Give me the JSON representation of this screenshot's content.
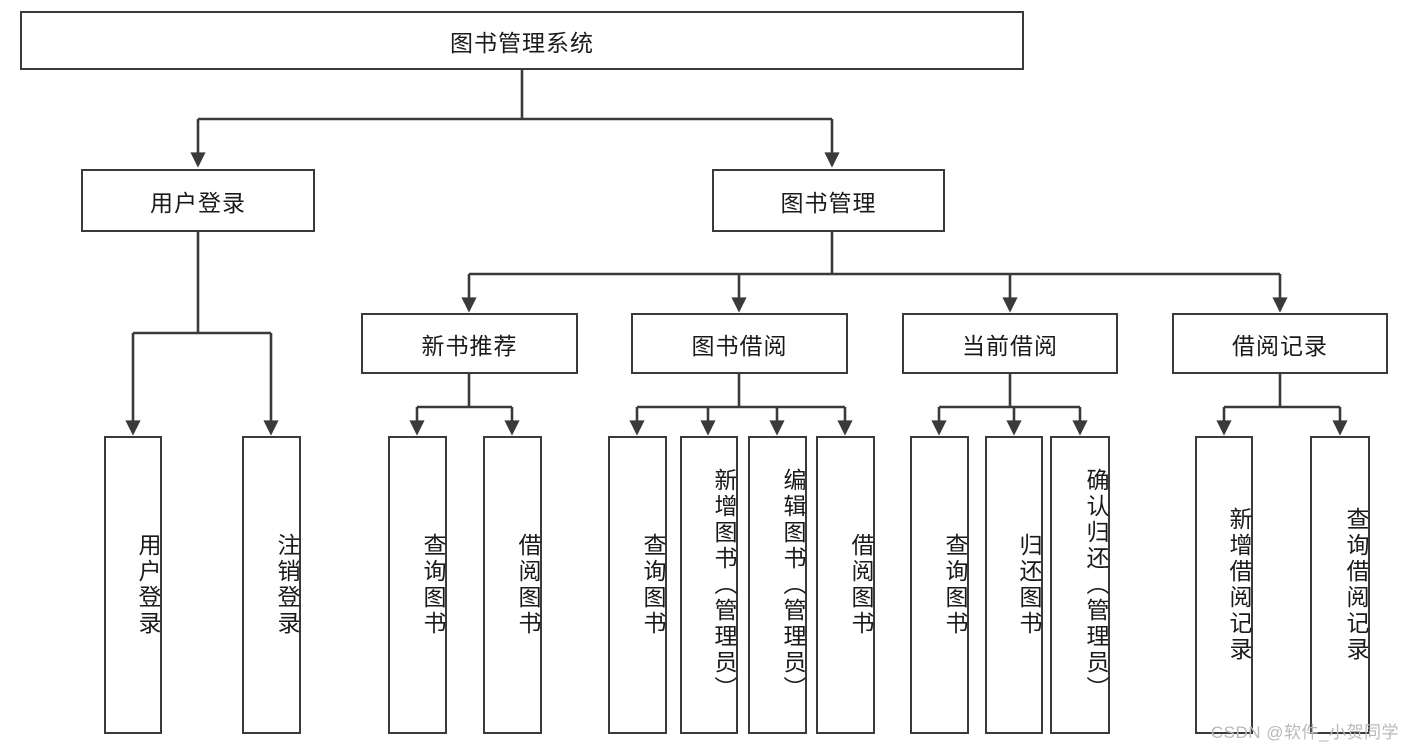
{
  "diagram": {
    "title": "图书管理系统",
    "type": "tree-hierarchy-diagram",
    "root": {
      "label": "图书管理系统"
    },
    "level1": [
      {
        "label": "用户登录"
      },
      {
        "label": "图书管理"
      }
    ],
    "level2": [
      {
        "label": "新书推荐"
      },
      {
        "label": "图书借阅"
      },
      {
        "label": "当前借阅"
      },
      {
        "label": "借阅记录"
      }
    ],
    "leaves": {
      "user_login": [
        {
          "label": "用户登录"
        },
        {
          "label": "注销登录"
        }
      ],
      "new_book_recommend": [
        {
          "label": "查询图书"
        },
        {
          "label": "借阅图书"
        }
      ],
      "book_borrow": [
        {
          "label": "查询图书"
        },
        {
          "label": "新增图书（管理员）"
        },
        {
          "label": "编辑图书（管理员）"
        },
        {
          "label": "借阅图书"
        }
      ],
      "current_borrow": [
        {
          "label": "查询图书"
        },
        {
          "label": "归还图书"
        },
        {
          "label": "确认归还（管理员）"
        }
      ],
      "borrow_record": [
        {
          "label": "新增借阅记录"
        },
        {
          "label": "查询借阅记录"
        }
      ]
    }
  },
  "watermark": {
    "text": "CSDN @软件_小贺同学"
  },
  "colors": {
    "border": "#3a3a3a",
    "text": "#1a1a1a",
    "background": "#ffffff",
    "watermark": "#b9b9b9"
  }
}
